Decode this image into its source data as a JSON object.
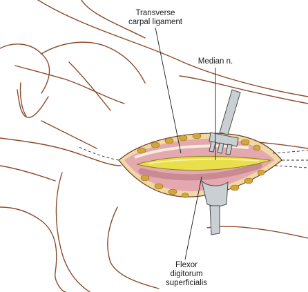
{
  "labels": {
    "transverse_carpal_ligament": [
      "Transverse",
      "carpal ligament"
    ],
    "median_nerve": [
      "Median n."
    ],
    "flexor_digitorum_superficialis": [
      "Flexor",
      "digitorum",
      "superficialis"
    ]
  },
  "colors": {
    "skin_outline": "#8a4a2a",
    "nerve": "#e9df4a",
    "tendon": "#d7a3a8",
    "fat": "#d2a63a",
    "retractor": "#c9cfd2",
    "leader": "#1a1a1a"
  }
}
